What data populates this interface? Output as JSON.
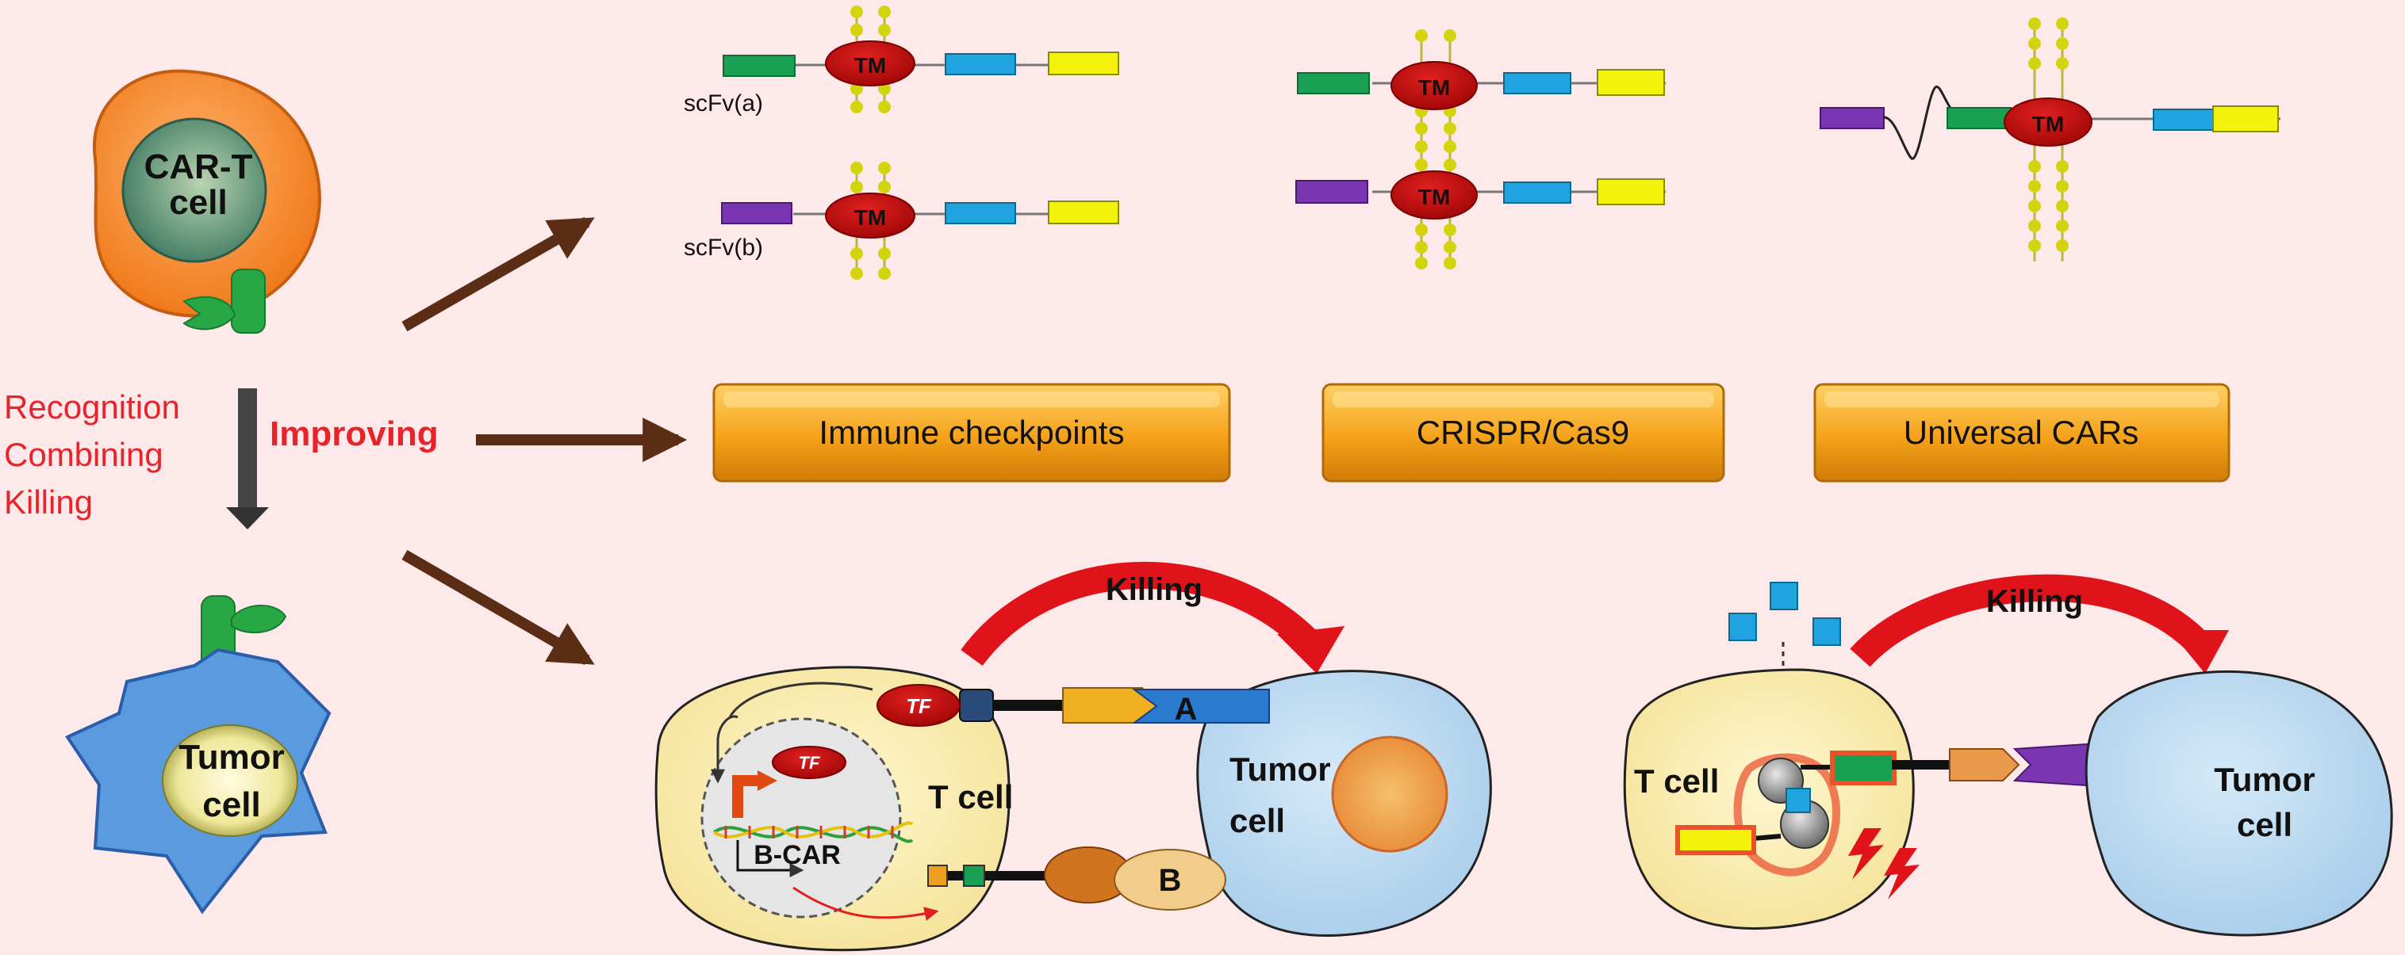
{
  "colors": {
    "background": "#fde8ea",
    "side_text_red": "#e8242a",
    "button_orange": "#f5a21a",
    "tm_red": "#c80d0d",
    "scfv_green": "#1aa052",
    "scfv_purple": "#7a35b0",
    "domain_blue": "#1fa4e0",
    "domain_yellow": "#f2f20a",
    "arrow_brown": "#5a2d14",
    "tumor_blue": "#bcdcf3",
    "tcell_cream": "#faedb2"
  },
  "left": {
    "car_t_label_line1": "CAR-T",
    "car_t_label_line2": "cell",
    "tumor_label_line1": "Tumor",
    "tumor_label_line2": "cell",
    "side_text": [
      "Recognition",
      "Combining",
      "Killing"
    ],
    "improving": "Improving"
  },
  "top": {
    "tm": "TM",
    "scfv_a": "scFv(a)",
    "scfv_b": "scFv(b)"
  },
  "buttons": [
    "Immune checkpoints",
    "CRISPR/Cas9",
    "Universal CARs"
  ],
  "bottom_left": {
    "killing": "Killing",
    "tf": "TF",
    "t_cell": "T cell",
    "b_car": "B-CAR",
    "a": "A",
    "b": "B",
    "tumor_line1": "Tumor",
    "tumor_line2": "cell"
  },
  "bottom_right": {
    "killing": "Killing",
    "t_cell": "T cell",
    "tumor_line1": "Tumor",
    "tumor_line2": "cell"
  }
}
